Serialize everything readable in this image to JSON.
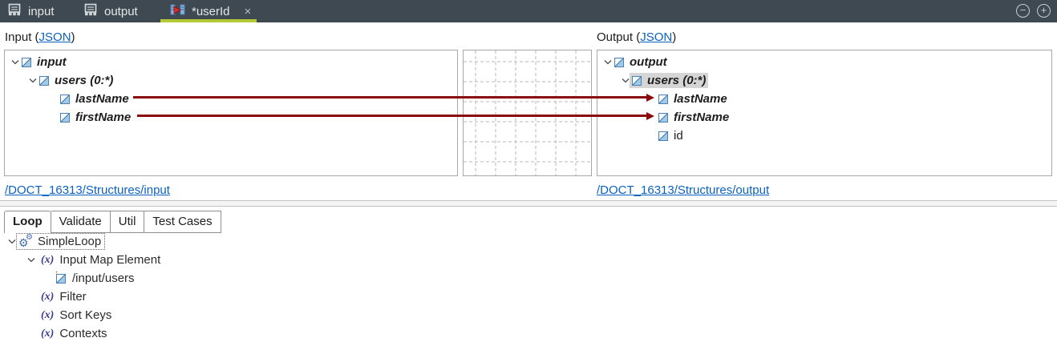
{
  "titlebar": {
    "tabs": [
      {
        "label": "input"
      },
      {
        "label": "output"
      },
      {
        "label": "*userId",
        "active": true
      }
    ],
    "icons": {
      "close": "×",
      "minimize": "−",
      "maximize": "+"
    }
  },
  "input_panel": {
    "title_prefix": "Input (",
    "title_link": "JSON",
    "title_suffix": ")",
    "nodes": {
      "root": "input",
      "users": "users (0:*)",
      "last_name": "lastName",
      "first_name": "firstName"
    },
    "footer_link": "/DOCT_16313/Structures/input"
  },
  "output_panel": {
    "title_prefix": "Output (",
    "title_link": "JSON",
    "title_suffix": ")",
    "nodes": {
      "root": "output",
      "users": "users (0:*)",
      "last_name": "lastName",
      "first_name": "firstName",
      "id": "id"
    },
    "footer_link": "/DOCT_16313/Structures/output"
  },
  "mappings": [
    {
      "from": "input/users/lastName",
      "to": "output/users/lastName"
    },
    {
      "from": "input/users/firstName",
      "to": "output/users/firstName"
    }
  ],
  "rules_section": {
    "tabs": [
      {
        "label": "Loop",
        "active": true
      },
      {
        "label": "Validate"
      },
      {
        "label": "Util"
      },
      {
        "label": "Test Cases"
      }
    ],
    "loop_tree": {
      "root": "SimpleLoop",
      "input_map_element": "Input Map Element",
      "input_map_path": "/input/users",
      "filter": "Filter",
      "sort_keys": "Sort Keys",
      "contexts": "Contexts",
      "expression_icon": "(x)"
    }
  },
  "colors": {
    "titlebar_bg": "#3e4952",
    "active_tab_underline": "#b5c934",
    "mapping_line": "#8a0b0b",
    "hyperlink": "#0b62c1",
    "selected_node_bg": "#d5d5d5"
  }
}
